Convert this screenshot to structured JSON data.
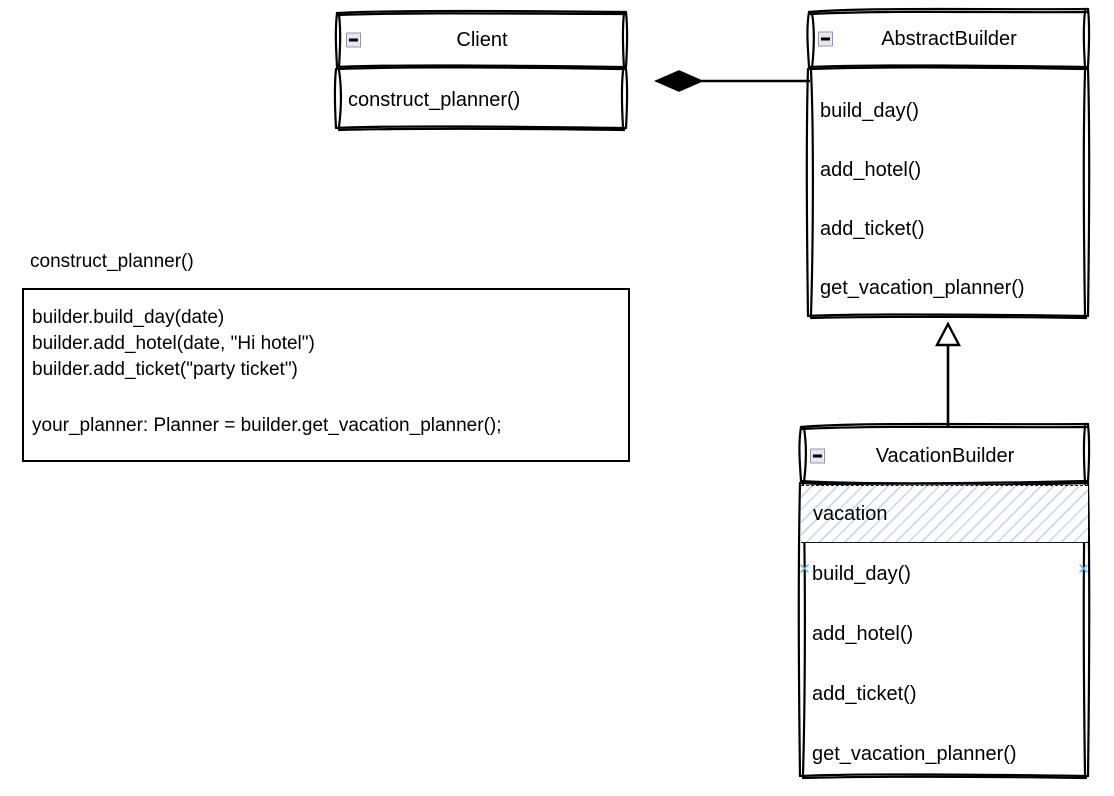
{
  "diagram": {
    "title": "Builder Pattern UML Class Diagram",
    "background": "#ffffff",
    "stroke_color": "#000000",
    "selection_color": "#66b2e8",
    "selection_hatch_color": "#96b9e1",
    "collapse_icon_border": "#8e9bb3",
    "collapse_icon_fill": "#e8e8e8"
  },
  "classes": {
    "client": {
      "name": "Client",
      "collapse_icon": "minus-icon",
      "members": [
        "construct_planner()"
      ]
    },
    "abstract_builder": {
      "name": "AbstractBuilder",
      "collapse_icon": "minus-icon",
      "members": [
        "build_day()",
        "add_hotel()",
        "add_ticket()",
        "get_vacation_planner()"
      ]
    },
    "vacation_builder": {
      "name": "VacationBuilder",
      "collapse_icon": "minus-icon",
      "attributes": [
        {
          "label": "vacation",
          "selected": true
        }
      ],
      "members": [
        "build_day()",
        "add_hotel()",
        "add_ticket()",
        "get_vacation_planner()"
      ]
    }
  },
  "note": {
    "label": "construct_planner()",
    "lines": [
      "builder.build_day(date)",
      "builder.add_hotel(date, \"Hi hotel\")",
      "builder.add_ticket(\"party ticket\")",
      "",
      "your_planner: Planner = builder.get_vacation_planner();"
    ]
  },
  "connectors": [
    {
      "type": "composition",
      "from": "Client",
      "to": "AbstractBuilder",
      "end_marker": "filled-diamond"
    },
    {
      "type": "generalization",
      "from": "VacationBuilder",
      "to": "AbstractBuilder",
      "end_marker": "hollow-triangle"
    }
  ]
}
